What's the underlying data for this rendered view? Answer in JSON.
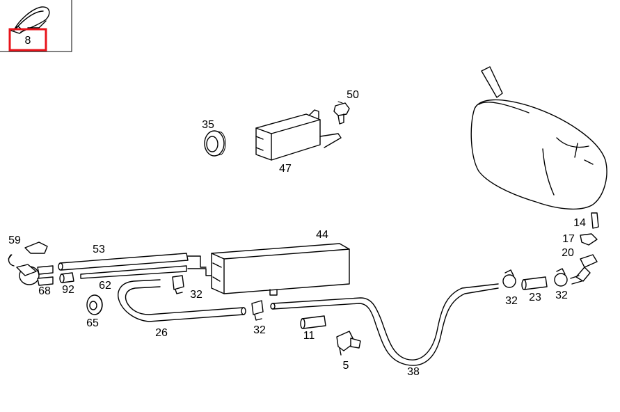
{
  "inset": {
    "label": "8",
    "highlight_color": "#e8141b"
  },
  "callouts": {
    "p5": "5",
    "p11": "11",
    "p14": "14",
    "p17": "17",
    "p20": "20",
    "p23": "23",
    "p26": "26",
    "p32a": "32",
    "p32b": "32",
    "p32c": "32",
    "p32d": "32",
    "p35": "35",
    "p38": "38",
    "p44": "44",
    "p47": "47",
    "p50": "50",
    "p53": "53",
    "p59": "59",
    "p62": "62",
    "p65": "65",
    "p68": "68",
    "p92": "92"
  }
}
